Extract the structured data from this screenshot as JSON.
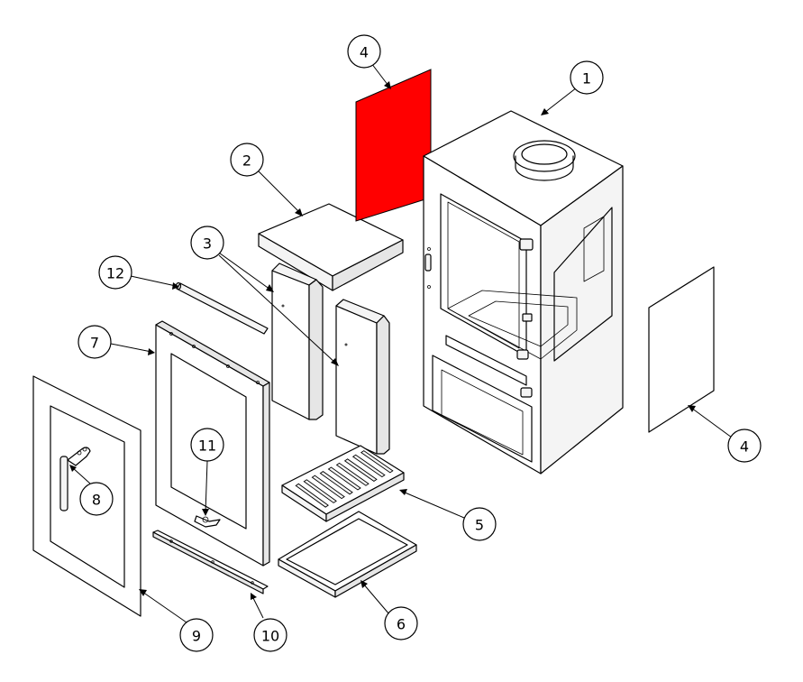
{
  "diagram": {
    "highlight_color": "#ff0000",
    "callouts": [
      {
        "id": "c1",
        "label": "1"
      },
      {
        "id": "c2",
        "label": "2"
      },
      {
        "id": "c3",
        "label": "3"
      },
      {
        "id": "c4a",
        "label": "4"
      },
      {
        "id": "c4b",
        "label": "4"
      },
      {
        "id": "c5",
        "label": "5"
      },
      {
        "id": "c6",
        "label": "6"
      },
      {
        "id": "c7",
        "label": "7"
      },
      {
        "id": "c8",
        "label": "8"
      },
      {
        "id": "c9",
        "label": "9"
      },
      {
        "id": "c10",
        "label": "10"
      },
      {
        "id": "c11",
        "label": "11"
      },
      {
        "id": "c12",
        "label": "12"
      }
    ]
  }
}
